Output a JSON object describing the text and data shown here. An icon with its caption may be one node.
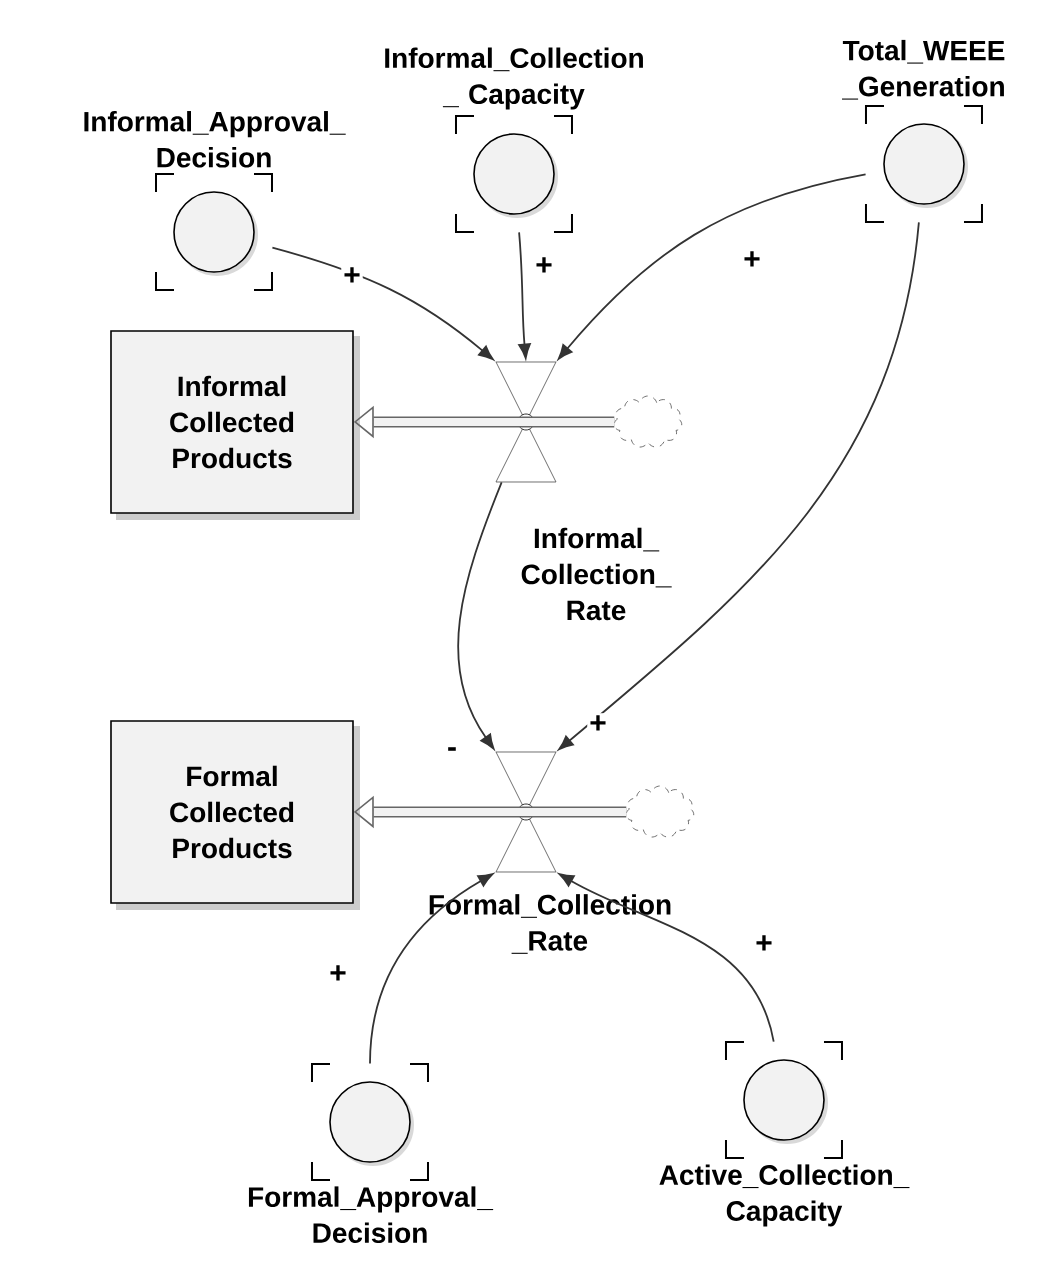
{
  "diagram": {
    "nodes": [
      {
        "text": [
          "Informal_Approval_ Decision"
        ]
      },
      {
        "text": [
          "Informal_Collection _ Capacity"
        ]
      },
      {
        "text": [
          "Total_WEEE _Generation"
        ]
      },
      {
        "text": [
          "Informal Collected Products"
        ]
      },
      {
        "text": [
          "Informal_ Collection_ Rate"
        ]
      },
      {
        "text": [],
        "shape": "cloud"
      },
      {
        "text": [
          "Formal Collected Products"
        ]
      },
      {
        "text": [
          "Formal_Collection _Rate"
        ]
      },
      {
        "text": [],
        "shape": "cloud"
      },
      {
        "text": [
          "Formal_Approval_ Decision"
        ]
      },
      {
        "text": [
          "Active_Collection_ Capacity"
        ]
      }
    ],
    "edges": [
      {
        "from": 0,
        "to": 4,
        "arrow": "to",
        "label": "+"
      },
      {
        "from": 1,
        "to": 4,
        "arrow": "to",
        "label": "+"
      },
      {
        "from": 2,
        "to": 4,
        "arrow": "to",
        "label": "+"
      },
      {
        "from": 5,
        "to": 3,
        "arrow": "to",
        "style": "thick"
      },
      {
        "from": 4,
        "to": 7,
        "arrow": "to",
        "label": "-"
      },
      {
        "from": 2,
        "to": 7,
        "arrow": "to",
        "label": "+"
      },
      {
        "from": 8,
        "to": 6,
        "arrow": "to",
        "style": "thick"
      },
      {
        "from": 9,
        "to": 7,
        "arrow": "to",
        "label": "+"
      },
      {
        "from": 10,
        "to": 7,
        "arrow": "to",
        "label": "+"
      }
    ]
  }
}
